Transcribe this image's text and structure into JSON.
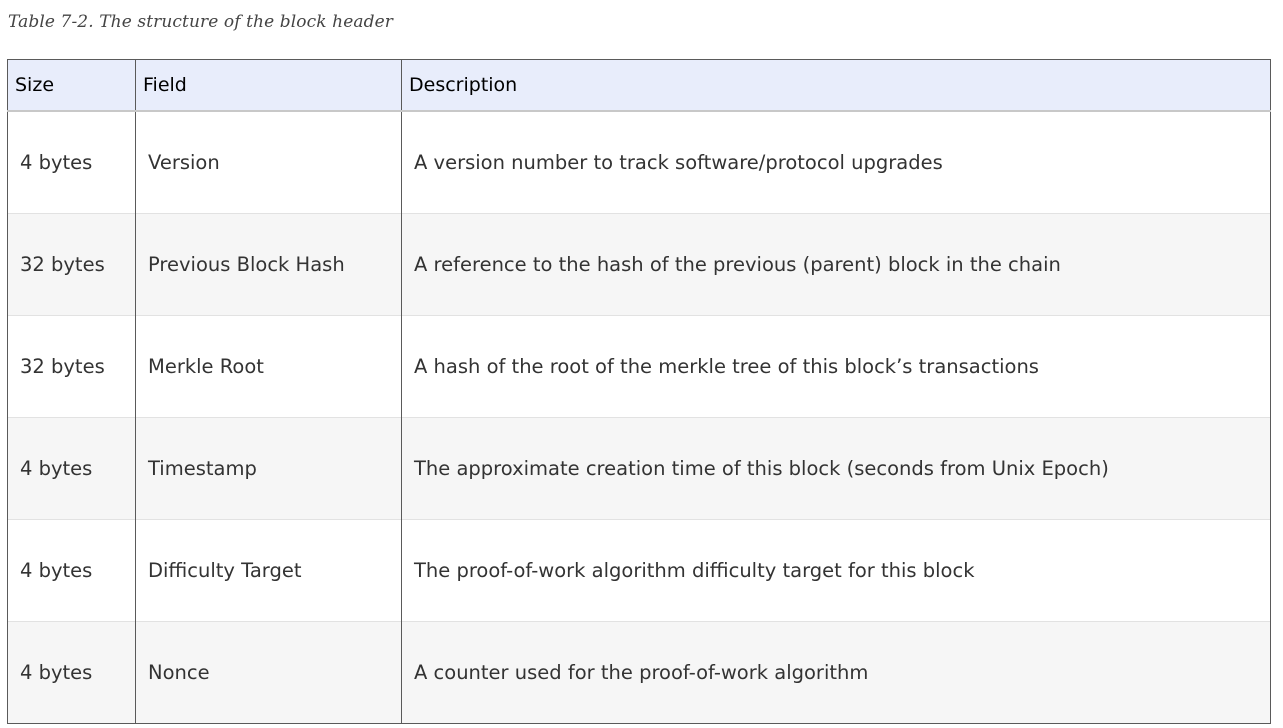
{
  "caption": "Table 7-2. The structure of the block header",
  "table": {
    "headers": [
      "Size",
      "Field",
      "Description"
    ],
    "rows": [
      [
        "4 bytes",
        "Version",
        "A version number to track software/protocol upgrades"
      ],
      [
        "32 bytes",
        "Previous Block Hash",
        "A reference to the hash of the previous (parent) block in the chain"
      ],
      [
        "32 bytes",
        "Merkle Root",
        "A hash of the root of the merkle tree of this block’s transactions"
      ],
      [
        "4 bytes",
        "Timestamp",
        "The approximate creation time of this block (seconds from Unix Epoch)"
      ],
      [
        "4 bytes",
        "Difficulty Target",
        "The proof-of-work algorithm difficulty target for this block"
      ],
      [
        "4 bytes",
        "Nonce",
        "A counter used for the proof-of-work algorithm"
      ]
    ]
  },
  "colors": {
    "header_bg": "#e8edfb",
    "stripe_bg": "#f6f6f6"
  }
}
